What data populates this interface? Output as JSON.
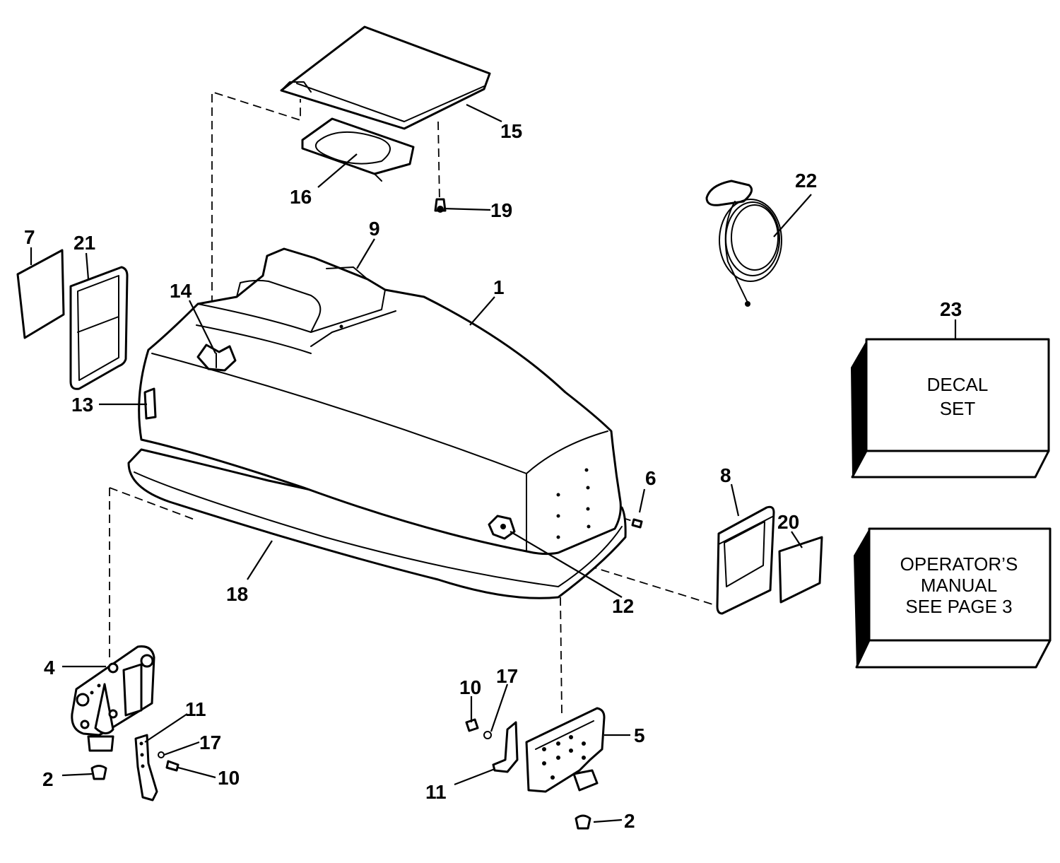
{
  "callouts": {
    "c1": "1",
    "c2a": "2",
    "c2b": "2",
    "c4": "4",
    "c5": "5",
    "c6": "6",
    "c7": "7",
    "c8": "8",
    "c9": "9",
    "c10a": "10",
    "c10b": "10",
    "c11a": "11",
    "c11b": "11",
    "c12": "12",
    "c13": "13",
    "c14": "14",
    "c15": "15",
    "c16": "16",
    "c17a": "17",
    "c17b": "17",
    "c18": "18",
    "c19": "19",
    "c20": "20",
    "c21": "21",
    "c22": "22",
    "c23": "23"
  },
  "boxes": {
    "decal_set": [
      "DECAL",
      "SET"
    ],
    "operators_manual": [
      "OPERATOR’S",
      "MANUAL",
      "SEE PAGE 3"
    ]
  }
}
